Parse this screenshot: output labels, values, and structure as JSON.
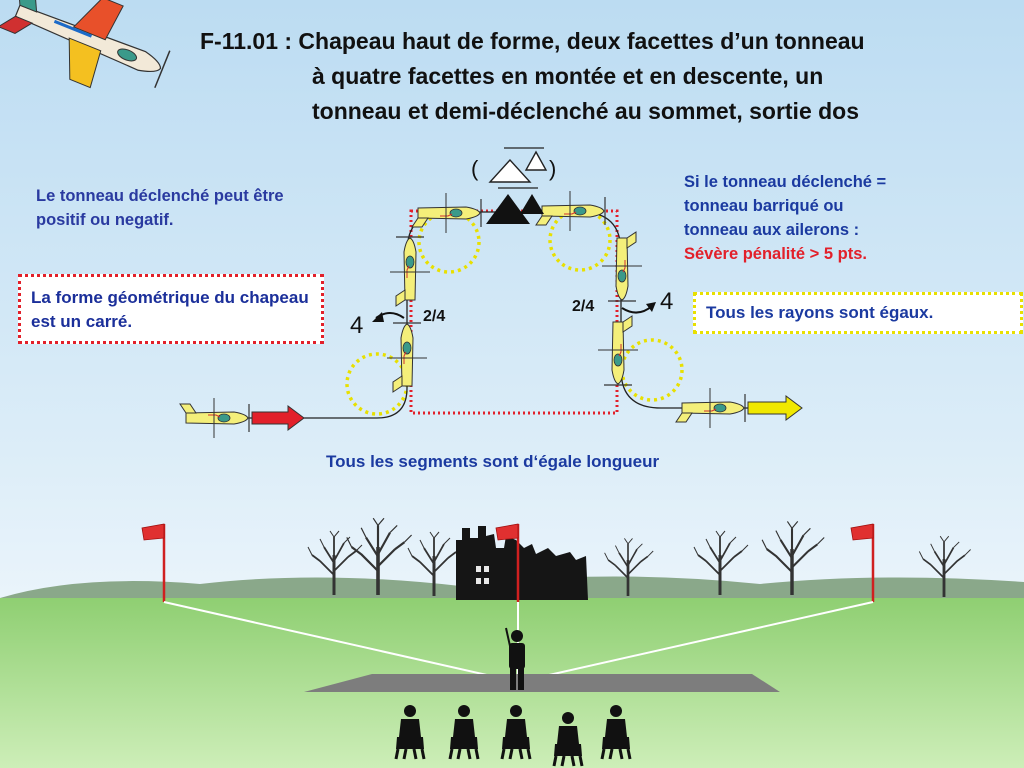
{
  "title": {
    "line1": "F-11.01 : Chapeau haut de forme, deux facettes d’un tonneau",
    "line2": "à quatre facettes en montée et en descente, un",
    "line3": "tonneau et demi-déclenché au sommet, sortie dos"
  },
  "notes": {
    "left": "Le tonneau déclenché peut être positif ou negatif.",
    "left_box": "La forme géométrique du chapeau est un carré.",
    "right_line1": "Si le tonneau déclenché =",
    "right_line2": "tonneau barriqué ou",
    "right_line3": "tonneau aux ailerons :",
    "right_penalty": "Sévère pénalité > 5 pts.",
    "right_box": "Tous les rayons sont égaux.",
    "bottom": "Tous les segments sont d‘égale longueur"
  },
  "rolls": {
    "left_fraction": "2/4",
    "left_count": "4",
    "right_fraction": "2/4",
    "right_count": "4",
    "snap_paren_open": "(",
    "snap_paren_close": ")"
  },
  "colors": {
    "sky": "#c8e3f4",
    "grass": "#a6d98c",
    "square_outline": "#e2202a",
    "radius_circle": "#e8e000",
    "entry_arrow": "#e2202a",
    "exit_arrow": "#f0e800",
    "note_blue": "#1b3aa0",
    "penalty_red": "#e2202a"
  }
}
